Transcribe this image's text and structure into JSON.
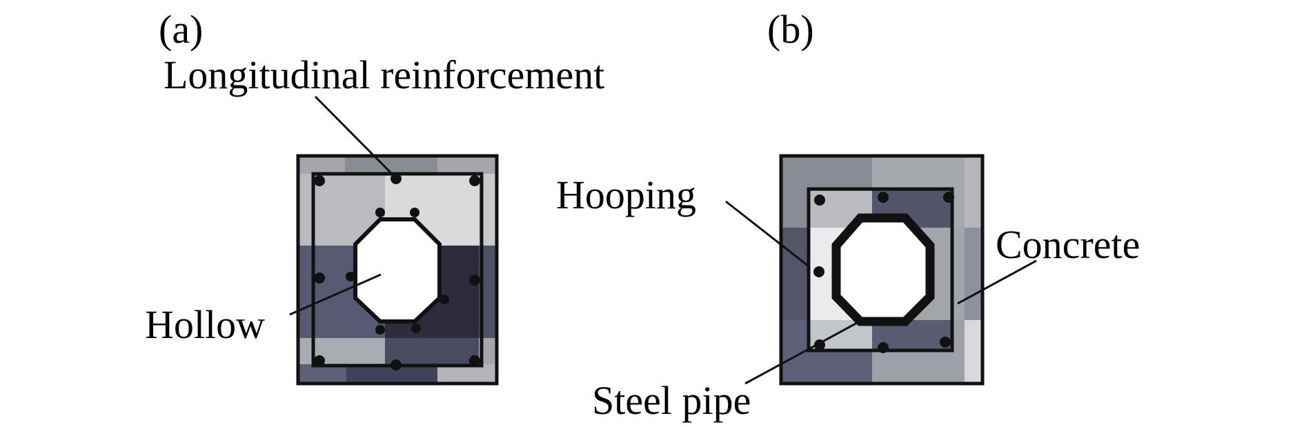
{
  "panels": {
    "a": {
      "tag": "(a)",
      "labels": {
        "longitudinal": "Longitudinal reinforcement",
        "hollow": "Hollow"
      }
    },
    "b": {
      "tag": "(b)",
      "labels": {
        "hooping": "Hooping",
        "concrete": "Concrete",
        "steel_pipe": "Steel pipe"
      }
    }
  }
}
